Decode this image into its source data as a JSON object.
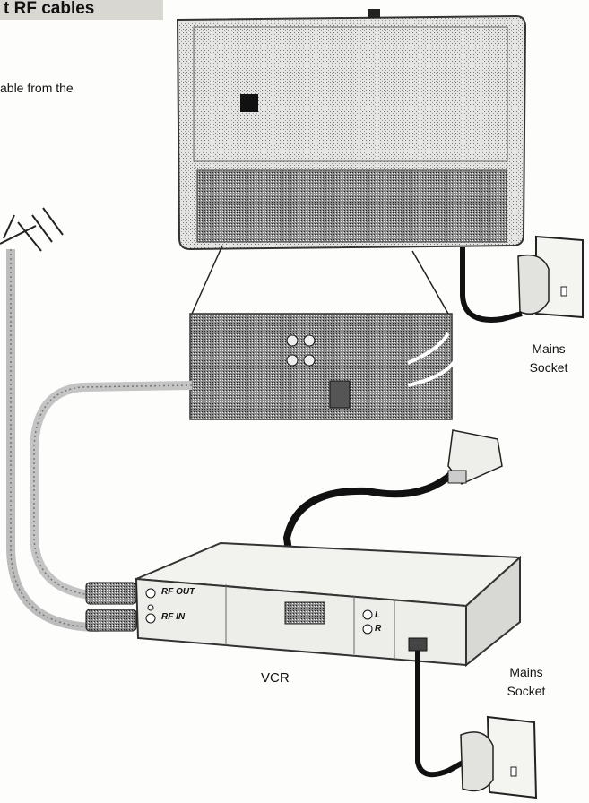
{
  "heading": "t RF cables",
  "intro_text": "able from the",
  "labels": {
    "mains_top_line1": "Mains",
    "mains_top_line2": "Socket",
    "mains_bottom_line1": "Mains",
    "mains_bottom_line2": "Socket",
    "vcr": "VCR"
  },
  "vcr_ports": {
    "rf_out": "RF OUT",
    "rf_in": "RF IN",
    "audio_l": "L",
    "audio_r": "R"
  },
  "colors": {
    "ink": "#1a1a1a",
    "panel": "#cfcfcf",
    "dark": "#3b3b3b"
  }
}
